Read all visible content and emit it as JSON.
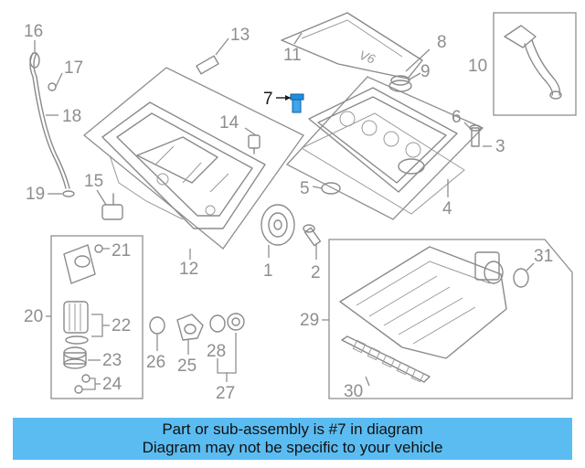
{
  "diagram": {
    "callouts": [
      {
        "id": "1",
        "label": "1"
      },
      {
        "id": "2",
        "label": "2"
      },
      {
        "id": "3",
        "label": "3"
      },
      {
        "id": "4",
        "label": "4"
      },
      {
        "id": "5",
        "label": "5"
      },
      {
        "id": "6",
        "label": "6"
      },
      {
        "id": "7",
        "label": "7"
      },
      {
        "id": "8",
        "label": "8"
      },
      {
        "id": "9",
        "label": "9"
      },
      {
        "id": "10",
        "label": "10"
      },
      {
        "id": "11",
        "label": "11"
      },
      {
        "id": "12",
        "label": "12"
      },
      {
        "id": "13",
        "label": "13"
      },
      {
        "id": "14",
        "label": "14"
      },
      {
        "id": "15",
        "label": "15"
      },
      {
        "id": "16",
        "label": "16"
      },
      {
        "id": "17",
        "label": "17"
      },
      {
        "id": "18",
        "label": "18"
      },
      {
        "id": "19",
        "label": "19"
      },
      {
        "id": "20",
        "label": "20"
      },
      {
        "id": "21",
        "label": "21"
      },
      {
        "id": "22",
        "label": "22"
      },
      {
        "id": "23",
        "label": "23"
      },
      {
        "id": "24",
        "label": "24"
      },
      {
        "id": "25",
        "label": "25"
      },
      {
        "id": "26",
        "label": "26"
      },
      {
        "id": "27",
        "label": "27"
      },
      {
        "id": "28",
        "label": "28"
      },
      {
        "id": "29",
        "label": "29"
      },
      {
        "id": "30",
        "label": "30"
      },
      {
        "id": "31",
        "label": "31"
      }
    ],
    "highlighted_part": "7",
    "highlight_color": "#1e8fe0",
    "text_color": "#8e8e8e"
  },
  "banner": {
    "line1": "Part or sub-assembly is #7 in diagram",
    "line2": "Diagram may not be specific to your vehicle",
    "background": "#5bbcf2"
  }
}
